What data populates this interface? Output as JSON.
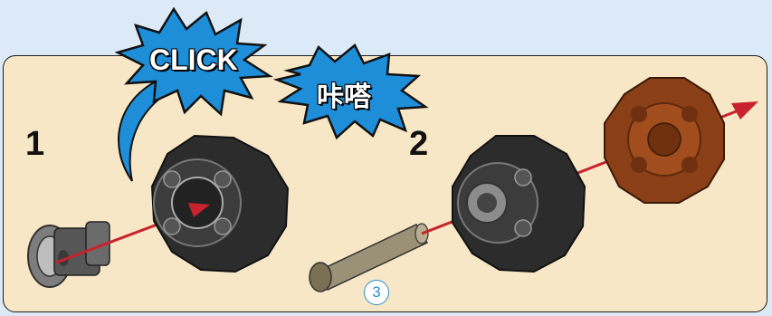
{
  "steps": {
    "step1": "1",
    "step2": "2"
  },
  "sound_effects": {
    "click": "CLICK",
    "click_cn": "咔嗒"
  },
  "part_callout": "3",
  "colors": {
    "background": "#dce9f6",
    "panel": "#f7e7c6",
    "burst": "#1f8ed8",
    "arrow": "#c8232c",
    "gear_dark": "#2c2c2c",
    "gear_brown": "#8a3f16",
    "axle": "#9b9177"
  }
}
